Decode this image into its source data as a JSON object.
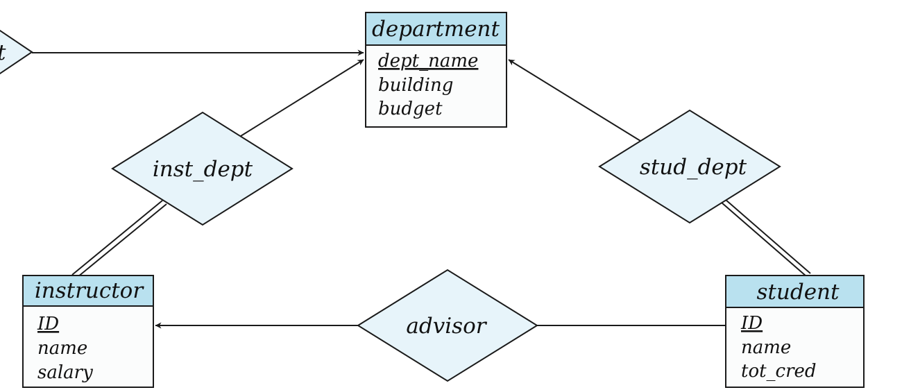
{
  "colors": {
    "entity_header": "#b9e1ef",
    "entity_body": "#fbfcfc",
    "relationship_fill": "#e7f4fa",
    "stroke": "#1a1a1a"
  },
  "entities": {
    "department": {
      "name": "department",
      "attributes": [
        "dept_name",
        "building",
        "budget"
      ],
      "primary_key": "dept_name"
    },
    "instructor": {
      "name": "instructor",
      "attributes": [
        "ID",
        "name",
        "salary"
      ],
      "primary_key": "ID"
    },
    "student": {
      "name": "student",
      "attributes": [
        "ID",
        "name",
        "tot_cred"
      ],
      "primary_key": "ID"
    }
  },
  "relationships": {
    "inst_dept": {
      "name": "inst_dept"
    },
    "stud_dept": {
      "name": "stud_dept"
    },
    "advisor": {
      "name": "advisor"
    },
    "partial_left": {
      "name": "t"
    }
  }
}
